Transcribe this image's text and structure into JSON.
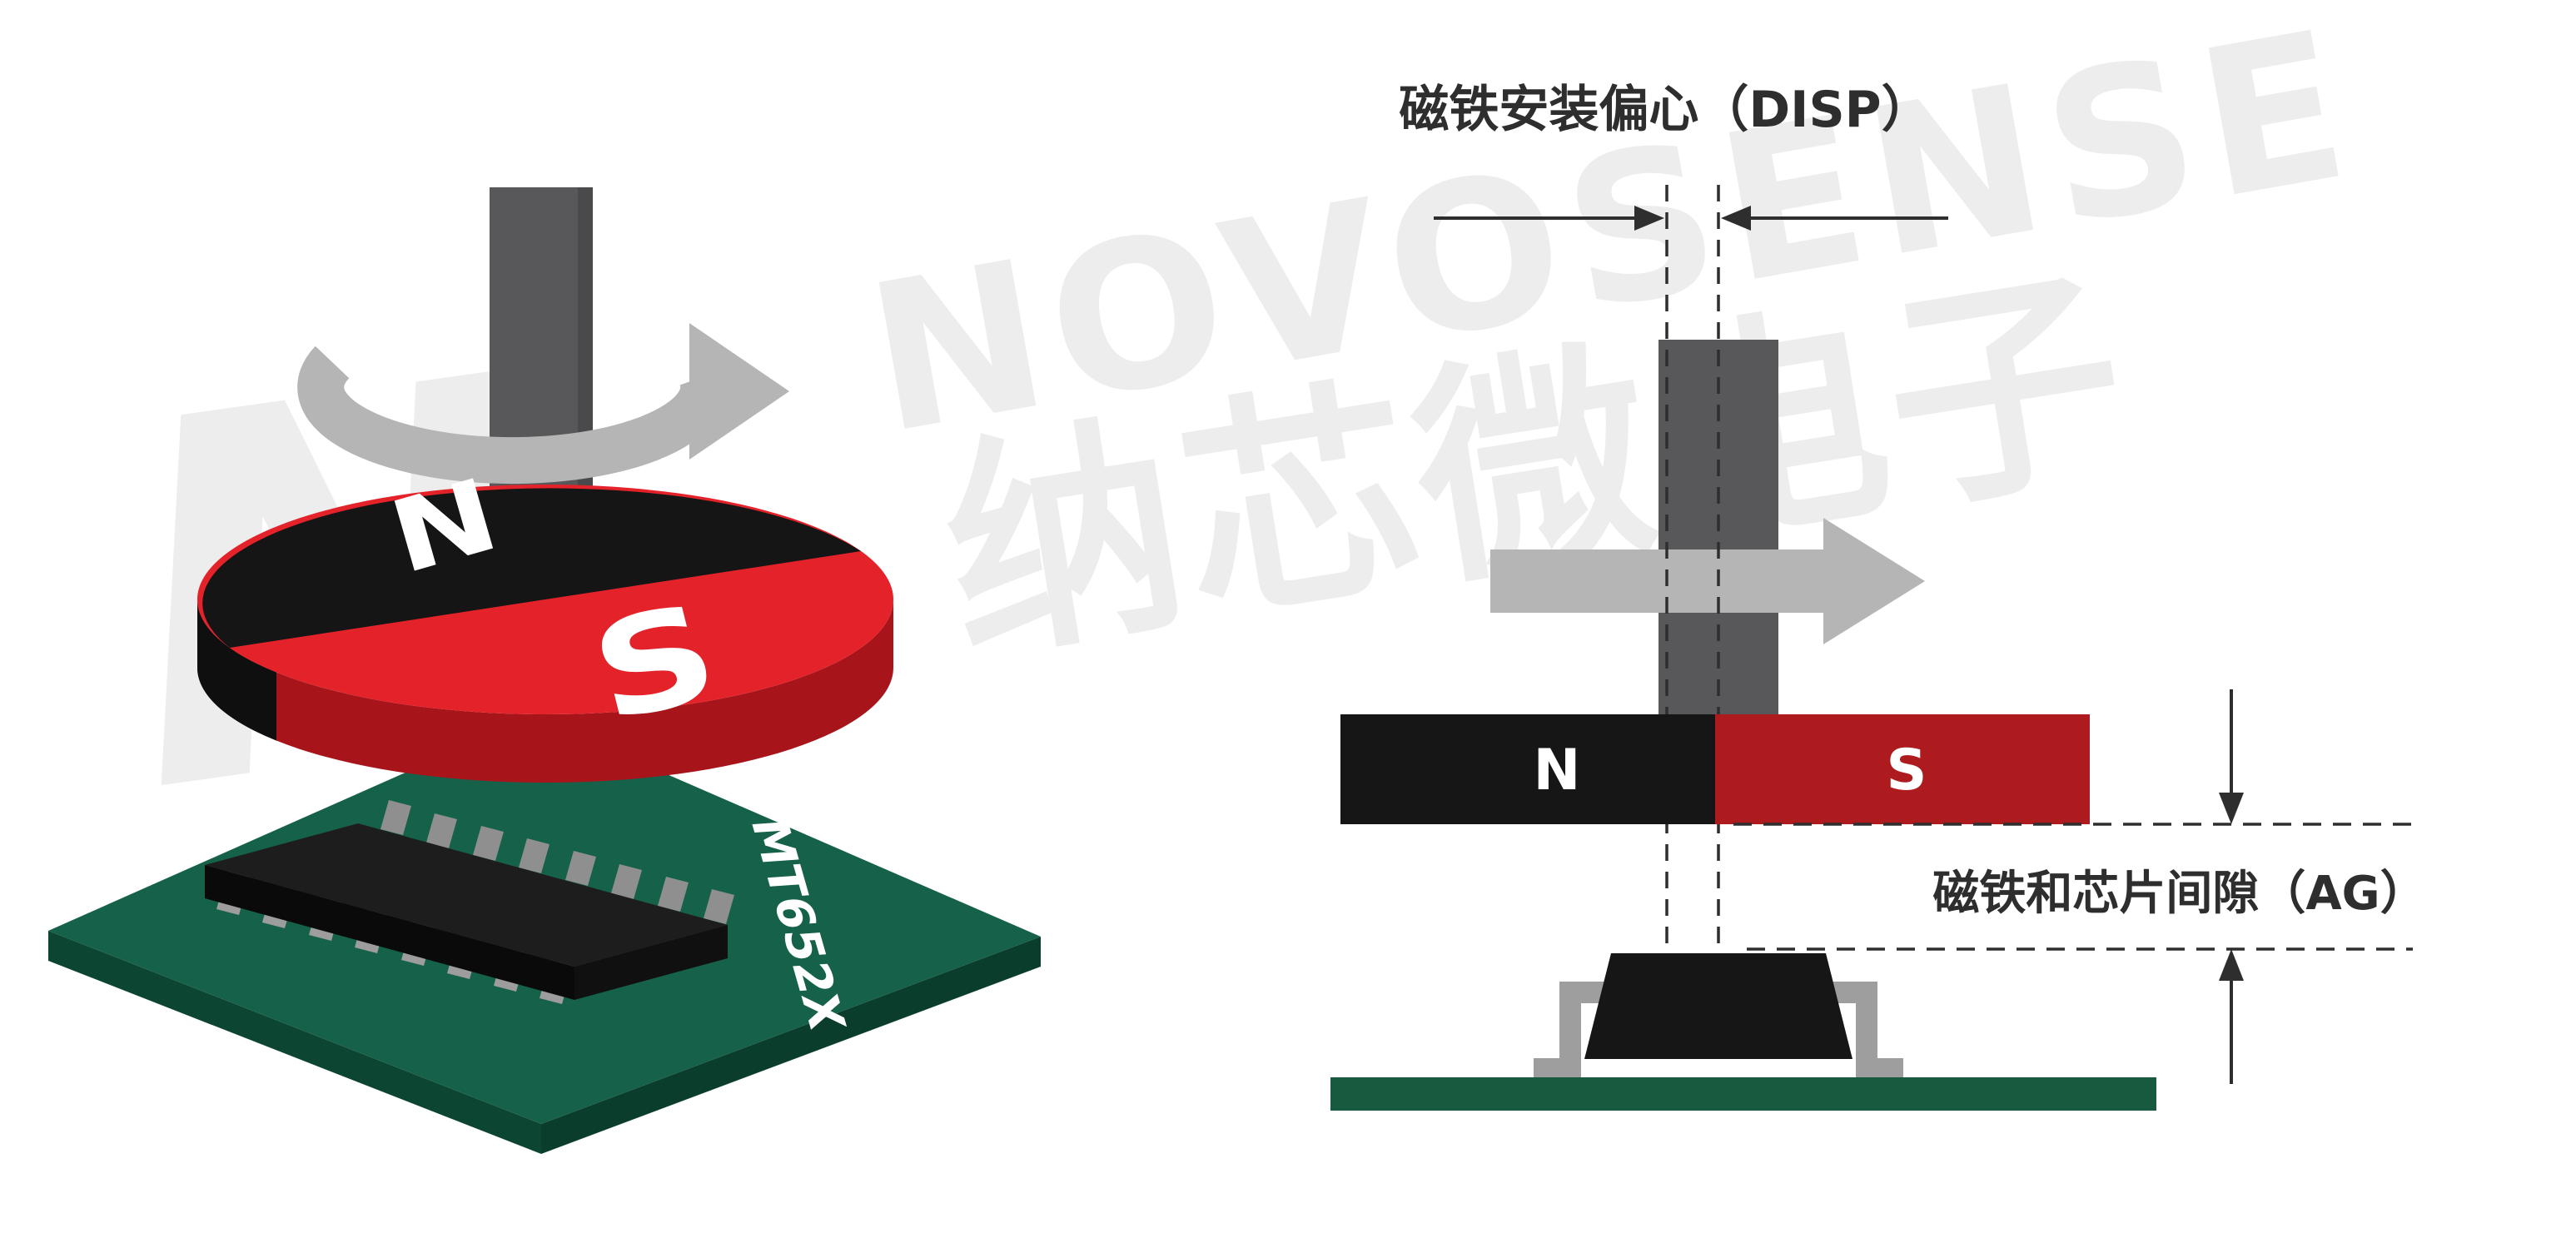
{
  "watermark": {
    "logo_letter": "N",
    "brand_en": "NOVOSENSE",
    "brand_cn": "纳芯微电子",
    "color": "#e0e0e0"
  },
  "left_diagram": {
    "magnet_pole_n": "N",
    "magnet_pole_s": "S",
    "chip_label": "MT652X"
  },
  "right_diagram": {
    "disp_label": "磁铁安装偏心（DISP）",
    "ag_label": "磁铁和芯片间隙（AG）",
    "magnet_pole_n": "N",
    "magnet_pole_s": "S"
  },
  "colors": {
    "magnet_red_top": "#e3222a",
    "magnet_red_side": "#a7151b",
    "magnet_black": "#161616",
    "magnet_bar_red": "#ad1b1f",
    "pcb_green": "#166149",
    "pcb_green_dark": "#0c4531",
    "pcb_bar_green": "#175a40",
    "shaft_gray": "#58585a",
    "arrow_gray": "#b5b5b5",
    "lead_gray": "#9d9d9d",
    "line_dark": "#2e2e2e",
    "watermark_gray": "#e0e0e0"
  }
}
